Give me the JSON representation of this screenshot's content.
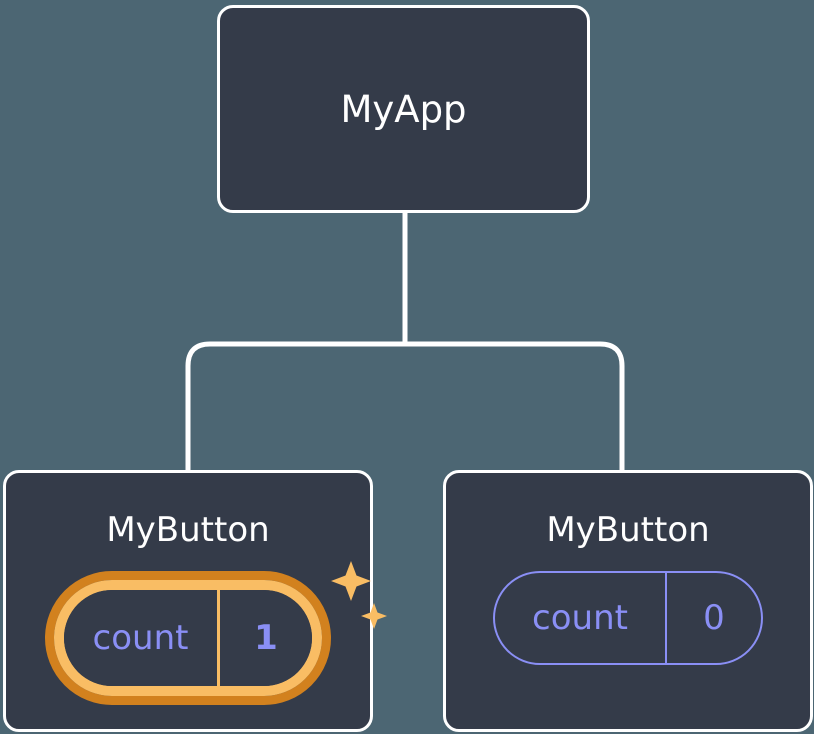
{
  "diagram": {
    "type": "component-tree",
    "background_color": "#4c6673",
    "node_fill_color": "#343b49",
    "node_border_color": "#ffffff",
    "connector_color": "#ffffff",
    "accent_highlight_outer": "#d2811e",
    "accent_highlight_inner": "#f9bd64",
    "state_text_color": "#8a8ff5",
    "root": {
      "title": "MyApp"
    },
    "children": [
      {
        "title": "MyButton",
        "state": {
          "key": "count",
          "value": "1"
        },
        "highlighted": true,
        "sparkle_icons": [
          "sparkle-large-icon",
          "sparkle-small-icon"
        ]
      },
      {
        "title": "MyButton",
        "state": {
          "key": "count",
          "value": "0"
        },
        "highlighted": false
      }
    ]
  }
}
